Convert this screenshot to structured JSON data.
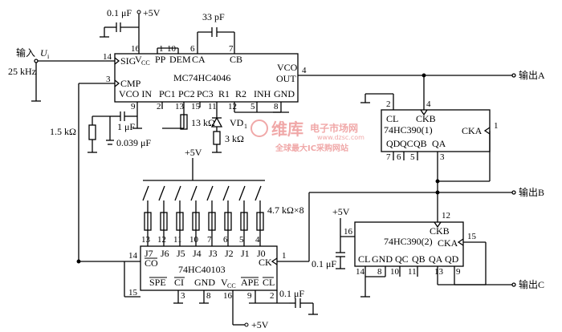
{
  "chips": {
    "pll": {
      "name": "MC74HC4046",
      "pins_top": [
        "16",
        "1",
        "10",
        "6",
        "7"
      ],
      "labels_top": [
        "V",
        "CC",
        "PP",
        "DEM",
        "CA",
        "CB"
      ],
      "left": {
        "sig": "SIG",
        "cmp": "CMP",
        "pin14": "14",
        "pin3": "3"
      },
      "right": {
        "vco_out1": "VCO",
        "vco_out2": "OUT",
        "gnd": "GND",
        "pin4": "4"
      },
      "labels_bottom": [
        "VCO IN",
        "PC1",
        "PC2",
        "PC3",
        "R1",
        "R2",
        "INH"
      ],
      "pins_bottom": [
        "9",
        "2",
        "13",
        "15",
        "11",
        "12",
        "5",
        "8"
      ]
    },
    "counter1": {
      "name": "74HC390(1)",
      "labels": [
        "CL",
        "CKB",
        "CKA",
        "QD",
        "QC",
        "QB",
        "QA"
      ],
      "pins": [
        "2",
        "4",
        "1",
        "7",
        "6",
        "5",
        "3"
      ]
    },
    "counter2": {
      "name": "74HC390(2)",
      "labels": [
        "CKB",
        "CKA",
        "CL",
        "GND",
        "QC",
        "QB",
        "QA",
        "QD"
      ],
      "pins": [
        "12",
        "16",
        "15",
        "14",
        "8",
        "10",
        "11",
        "13",
        "9"
      ]
    },
    "divider": {
      "name": "74HC40103",
      "labels_top": [
        "J7",
        "J6",
        "J5",
        "J4",
        "J3",
        "J2",
        "J1",
        "J0"
      ],
      "pins_top": [
        "13",
        "12",
        "11",
        "10",
        "7",
        "6",
        "5",
        "4"
      ],
      "co": "CO",
      "ck": "CK",
      "labels_bottom": [
        "SPE",
        "CI",
        "GND",
        "V",
        "CC",
        "APE",
        "CL"
      ],
      "pins_left": [
        "14",
        "15"
      ],
      "pin_ck": "1",
      "pins_bottom": [
        "3",
        "8",
        "16",
        "9",
        "2"
      ]
    }
  },
  "components": {
    "cap_top": "0.1 μF",
    "vcc_top": "+5V",
    "cap_ca_cb": "33 pF",
    "input_label": "输入",
    "input_var": "U",
    "input_sub": "i",
    "input_freq": "25 kHz",
    "cap_vco": "1 μF",
    "res_1k5": "1.5 kΩ",
    "cap_0039": "0.039 μF",
    "res_13k": "13 kΩ",
    "diode": "VD",
    "diode_sub": "1",
    "res_3k": "3 kΩ",
    "vcc_mid": "+5V",
    "res_array": "4.7 kΩ×8",
    "vcc_c2": "+5V",
    "cap_c2": "0.1 μF",
    "cap_bottom": "0.1 μF",
    "vcc_bottom": "+5V"
  },
  "outputs": {
    "a": "输出A",
    "b": "输出B",
    "c": "输出C"
  },
  "watermark": {
    "brand": "维库",
    "brand2": "电子市场网",
    "url": "www.dzsc.com",
    "slogan": "全球最大IC采购网站"
  }
}
